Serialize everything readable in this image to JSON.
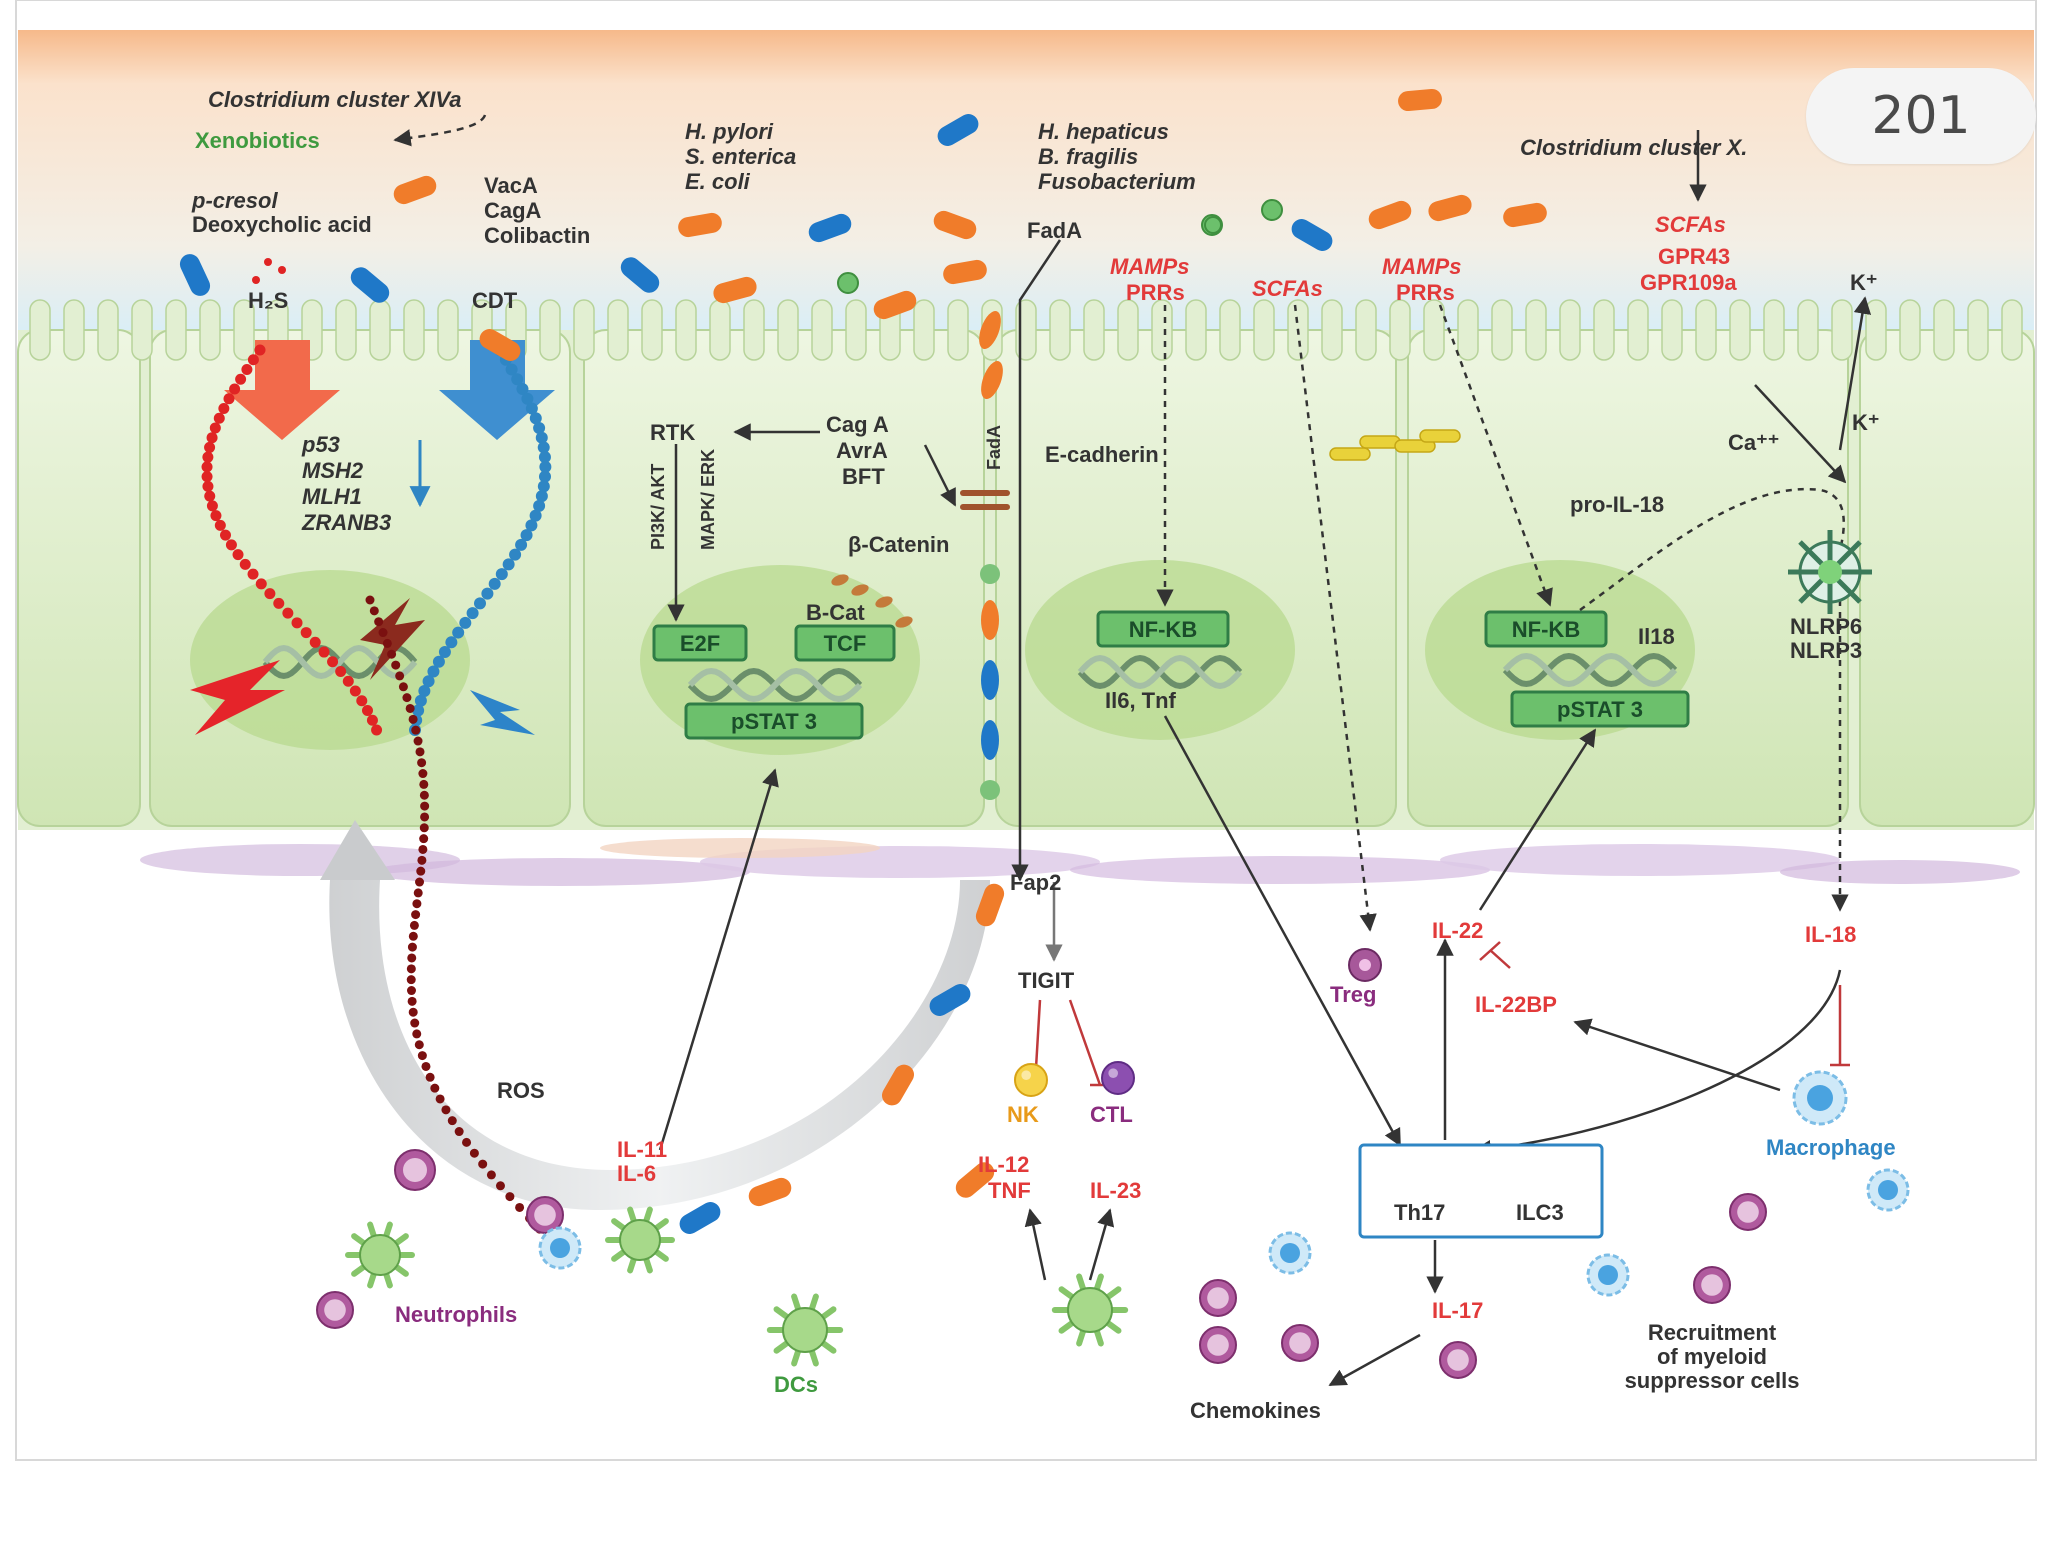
{
  "page_number": "201",
  "colors": {
    "red_label": "#e23a3a",
    "green_label": "#3f9a3f",
    "blue_label": "#2f86c4",
    "purple_label": "#8a2c7e",
    "text_dark": "#333333",
    "bacterium_orange": "#f07c2a",
    "bacterium_blue": "#1f78c8",
    "cell_green": "#dcecc6",
    "lumen_orange": "#f6b98a",
    "lumen_blue": "#bfe1f1"
  },
  "lumen": {
    "clostridium_xiva": "Clostridium cluster XIVa",
    "xenobiotics": "Xenobiotics",
    "p_cresol": "p-cresol",
    "deoxycholic_acid": "Deoxycholic acid",
    "h2s": "H₂S",
    "vaca": "VacA",
    "caga": "CagA",
    "colibactin": "Colibactin",
    "cdt": "CDT",
    "h_pylori": "H. pylori",
    "s_enterica": "S. enterica",
    "e_coli": "E. coli",
    "h_hepaticus": "H. hepaticus",
    "b_fragilis": "B. fragilis",
    "fusobacterium": "Fusobacterium",
    "fada_top": "FadA",
    "clostridium_x": "Clostridium cluster X.",
    "scfas_right": "SCFAs",
    "gpr43": "GPR43",
    "gpr109a": "GPR109a",
    "mamps_1": "MAMPs",
    "prrs_1": "PRRs",
    "scfas_mid": "SCFAs",
    "mamps_2": "MAMPs",
    "prrs_2": "PRRs",
    "k_plus_top": "K⁺"
  },
  "cell1": {
    "p53": "p53",
    "msh2": "MSH2",
    "mlh1": "MLH1",
    "zranb3": "ZRANB3"
  },
  "cell2": {
    "rtk": "RTK",
    "cag_a": "Cag A",
    "avra": "AvrA",
    "bft": "BFT",
    "pi3k": "PI3K/ AKT",
    "mapk": "MAPK/ ERK",
    "fada_vertical": "FadA",
    "b_catenin": "β-Catenin",
    "b_cat": "B-Cat",
    "e2f": "E2F",
    "tcf": "TCF",
    "pstat3": "pSTAT 3"
  },
  "cell3": {
    "e_cadherin": "E-cadherin",
    "nfkb": "NF-KB",
    "il6_tnf": "Il6, Tnf"
  },
  "cell4": {
    "nfkb": "NF-KB",
    "il18_gene": "Il18",
    "pstat3": "pSTAT 3",
    "pro_il18": "pro-IL-18",
    "ca": "Ca⁺⁺",
    "k_plus": "K⁺",
    "nlrp6": "NLRP6",
    "nlrp3": "NLRP3"
  },
  "lamina": {
    "ros": "ROS",
    "il11": "IL-11",
    "il6": "IL-6",
    "neutrophils": "Neutrophils",
    "dcs": "DCs",
    "fap2": "Fap2",
    "tigit": "TIGIT",
    "nk": "NK",
    "ctl": "CTL",
    "il12": "IL-12",
    "tnf": "TNF",
    "il23": "IL-23",
    "treg": "Treg",
    "il22": "IL-22",
    "il22bp": "IL-22BP",
    "il18": "IL-18",
    "macrophage": "Macrophage",
    "th17": "Th17",
    "ilc3": "ILC3",
    "il17": "IL-17",
    "chemokines": "Chemokines",
    "recruitment_1": "Recruitment",
    "recruitment_2": "of myeloid",
    "recruitment_3": "suppressor cells"
  }
}
